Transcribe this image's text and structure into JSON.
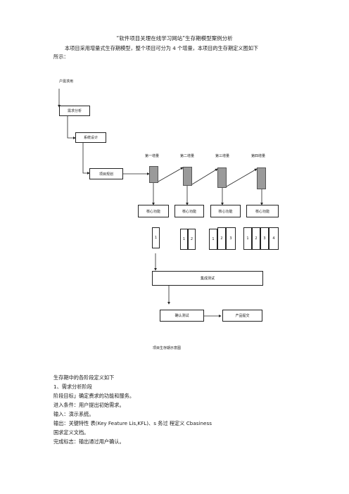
{
  "doc": {
    "title": "“软件项目关理在线学习网站”生存期模型案例分析",
    "intro_line1": "本项目采用增量式生存期模型，整个项目可分为 4 个增量，本项目的生存期定义图如下",
    "intro_line2": "所示："
  },
  "diagram": {
    "user_need": "户需求用",
    "req_analysis": "需求分析",
    "sys_design": "系统设计",
    "proj_plan": "项目规划",
    "increments": [
      "第一增量",
      "第二增量",
      "第三增量",
      "第四增量"
    ],
    "core_functions": [
      "核心功能",
      "核心功能",
      "核心功能",
      "核心功能"
    ],
    "module_numbers": [
      "1",
      "1",
      "2",
      "1",
      "2",
      "3",
      "1",
      "2",
      "3",
      "4"
    ],
    "integration_test": "集成测试",
    "acceptance_test": "确认测试",
    "product_delivery": "产品提交",
    "caption": "项目生存期示意图"
  },
  "phases": {
    "heading": "生存期中的各阶段定义如下",
    "phase1_title": "1、需求分析阶段",
    "goal": "阶段目标」确定费求的功能和服务。",
    "entry": "进入条件：用户提出初始需求。",
    "input": "输入：演示系统。",
    "output": "输出：关键特性  表(Key Feature Lis,KFL)、s  务过  程定义 Cbasiness",
    "output_cont": "国求定义文档。",
    "complete": "完成标志：输出通过用户确认。"
  }
}
